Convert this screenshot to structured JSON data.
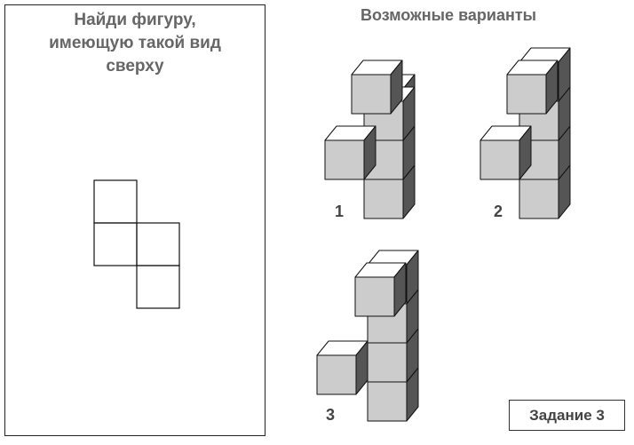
{
  "task": {
    "lines": [
      "Найди фигуру,",
      "имеющую такой вид",
      "сверху"
    ]
  },
  "variants": {
    "title": "Возможные варианты",
    "numbers": [
      "1",
      "2",
      "3"
    ]
  },
  "badge": "Задание 3",
  "colors": {
    "front": "#cccccc",
    "top": "#ffffff",
    "side": "#555555",
    "text": "#666666"
  }
}
